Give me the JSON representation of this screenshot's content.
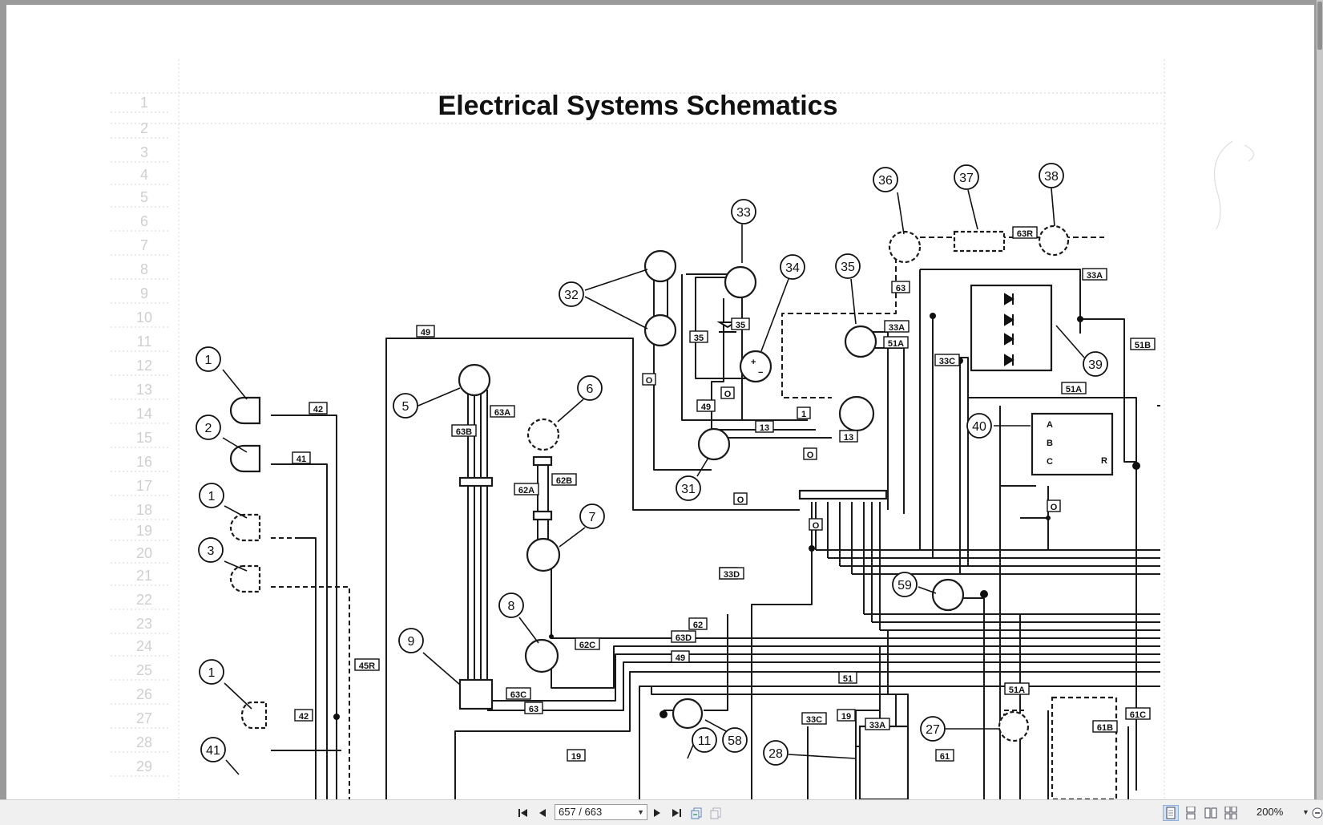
{
  "document": {
    "title": "Electrical Systems Schematics",
    "ruler_numbers": [
      "1",
      "2",
      "3",
      "4",
      "5",
      "6",
      "7",
      "8",
      "9",
      "10",
      "11",
      "12",
      "13",
      "14",
      "15",
      "16",
      "17",
      "18",
      "19",
      "20",
      "21",
      "22",
      "23",
      "24",
      "25",
      "26",
      "27",
      "28",
      "29"
    ],
    "callouts": [
      "1",
      "2",
      "1",
      "3",
      "1",
      "41",
      "5",
      "6",
      "7",
      "8",
      "9",
      "32",
      "33",
      "34",
      "35",
      "36",
      "37",
      "38",
      "39",
      "40",
      "31",
      "59",
      "11",
      "58",
      "27",
      "28"
    ],
    "wire_labels": [
      "42",
      "41",
      "45R",
      "42",
      "49",
      "63B",
      "63A",
      "62A",
      "62B",
      "62C",
      "63C",
      "63",
      "62",
      "63D",
      "63",
      "49",
      "O",
      "35",
      "35",
      "O",
      "49",
      "O",
      "13",
      "1",
      "13",
      "O",
      "O",
      "33D",
      "63R",
      "33A",
      "63",
      "33A",
      "51A",
      "33C",
      "51B",
      "51A",
      "O",
      "51",
      "33C",
      "19",
      "33A",
      "51A",
      "61C",
      "61B",
      "19",
      "61"
    ],
    "terminal_letters": [
      "A",
      "B",
      "C",
      "R",
      "+",
      "−"
    ]
  },
  "toolbar": {
    "page_indicator": "657 / 663",
    "zoom": "200%"
  },
  "icons": {
    "first_page": "first-page-icon",
    "prev_page": "prev-page-icon",
    "next_page": "next-page-icon",
    "last_page": "last-page-icon",
    "go_back": "go-back-icon",
    "go_forward": "go-forward-icon",
    "single_page": "single-page-view-icon",
    "continuous": "continuous-view-icon",
    "facing": "facing-view-icon",
    "continuous_facing": "continuous-facing-view-icon",
    "zoom_out": "zoom-out-icon"
  }
}
